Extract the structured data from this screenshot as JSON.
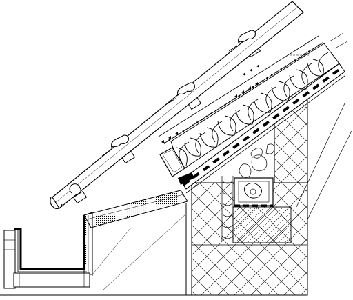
{
  "drawing": {
    "kind": "architectural roof eaves section detail",
    "components": [
      "roof-tiles",
      "tile-battens",
      "counter-battens",
      "ventilation-gap",
      "thermal-insulation",
      "rafter",
      "vapour-barrier",
      "wall-plate",
      "masonry-wall",
      "soffit",
      "fascia-board",
      "gutter"
    ],
    "colors": {
      "line": "#000000",
      "background": "#ffffff"
    }
  }
}
